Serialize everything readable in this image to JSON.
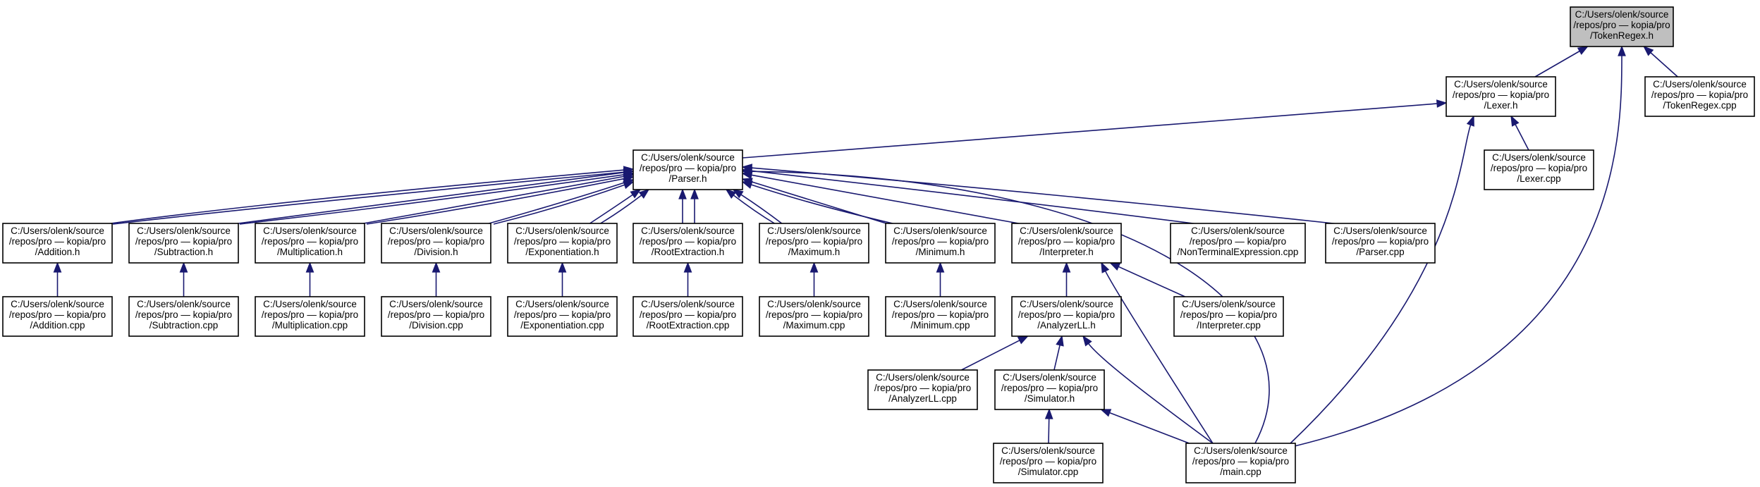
{
  "title": "TokenRegex.h include dependency graph",
  "colors": {
    "edge": "#191970",
    "node_border": "#000000",
    "node_fill": "#ffffff",
    "root_fill": "#bfbfbf"
  },
  "nodes": {
    "tokenregex_h": {
      "lines": [
        "C:/Users/olenk/source",
        "/repos/pro — kopia/pro",
        "/TokenRegex.h"
      ]
    },
    "lexer_h": {
      "lines": [
        "C:/Users/olenk/source",
        "/repos/pro — kopia/pro",
        "/Lexer.h"
      ]
    },
    "tokenregex_cpp": {
      "lines": [
        "C:/Users/olenk/source",
        "/repos/pro — kopia/pro",
        "/TokenRegex.cpp"
      ]
    },
    "lexer_cpp": {
      "lines": [
        "C:/Users/olenk/source",
        "/repos/pro — kopia/pro",
        "/Lexer.cpp"
      ]
    },
    "parser_h": {
      "lines": [
        "C:/Users/olenk/source",
        "/repos/pro — kopia/pro",
        "/Parser.h"
      ]
    },
    "addition_h": {
      "lines": [
        "C:/Users/olenk/source",
        "/repos/pro — kopia/pro",
        "/Addition.h"
      ]
    },
    "subtraction_h": {
      "lines": [
        "C:/Users/olenk/source",
        "/repos/pro — kopia/pro",
        "/Subtraction.h"
      ]
    },
    "multiplication_h": {
      "lines": [
        "C:/Users/olenk/source",
        "/repos/pro — kopia/pro",
        "/Multiplication.h"
      ]
    },
    "division_h": {
      "lines": [
        "C:/Users/olenk/source",
        "/repos/pro — kopia/pro",
        "/Division.h"
      ]
    },
    "exponentiation_h": {
      "lines": [
        "C:/Users/olenk/source",
        "/repos/pro — kopia/pro",
        "/Exponentiation.h"
      ]
    },
    "rootextraction_h": {
      "lines": [
        "C:/Users/olenk/source",
        "/repos/pro — kopia/pro",
        "/RootExtraction.h"
      ]
    },
    "maximum_h": {
      "lines": [
        "C:/Users/olenk/source",
        "/repos/pro — kopia/pro",
        "/Maximum.h"
      ]
    },
    "minimum_h": {
      "lines": [
        "C:/Users/olenk/source",
        "/repos/pro — kopia/pro",
        "/Minimum.h"
      ]
    },
    "interpreter_h": {
      "lines": [
        "C:/Users/olenk/source",
        "/repos/pro — kopia/pro",
        "/Interpreter.h"
      ]
    },
    "nonterminal_cpp": {
      "lines": [
        "C:/Users/olenk/source",
        "/repos/pro — kopia/pro",
        "/NonTerminalExpression.cpp"
      ]
    },
    "parser_cpp": {
      "lines": [
        "C:/Users/olenk/source",
        "/repos/pro — kopia/pro",
        "/Parser.cpp"
      ]
    },
    "addition_cpp": {
      "lines": [
        "C:/Users/olenk/source",
        "/repos/pro — kopia/pro",
        "/Addition.cpp"
      ]
    },
    "subtraction_cpp": {
      "lines": [
        "C:/Users/olenk/source",
        "/repos/pro — kopia/pro",
        "/Subtraction.cpp"
      ]
    },
    "multiplication_cpp": {
      "lines": [
        "C:/Users/olenk/source",
        "/repos/pro — kopia/pro",
        "/Multiplication.cpp"
      ]
    },
    "division_cpp": {
      "lines": [
        "C:/Users/olenk/source",
        "/repos/pro — kopia/pro",
        "/Division.cpp"
      ]
    },
    "exponentiation_cpp": {
      "lines": [
        "C:/Users/olenk/source",
        "/repos/pro — kopia/pro",
        "/Exponentiation.cpp"
      ]
    },
    "rootextraction_cpp": {
      "lines": [
        "C:/Users/olenk/source",
        "/repos/pro — kopia/pro",
        "/RootExtraction.cpp"
      ]
    },
    "maximum_cpp": {
      "lines": [
        "C:/Users/olenk/source",
        "/repos/pro — kopia/pro",
        "/Maximum.cpp"
      ]
    },
    "minimum_cpp": {
      "lines": [
        "C:/Users/olenk/source",
        "/repos/pro — kopia/pro",
        "/Minimum.cpp"
      ]
    },
    "analyzerll_h": {
      "lines": [
        "C:/Users/olenk/source",
        "/repos/pro — kopia/pro",
        "/AnalyzerLL.h"
      ]
    },
    "interpreter_cpp": {
      "lines": [
        "C:/Users/olenk/source",
        "/repos/pro — kopia/pro",
        "/Interpreter.cpp"
      ]
    },
    "analyzerll_cpp": {
      "lines": [
        "C:/Users/olenk/source",
        "/repos/pro — kopia/pro",
        "/AnalyzerLL.cpp"
      ]
    },
    "simulator_h": {
      "lines": [
        "C:/Users/olenk/source",
        "/repos/pro — kopia/pro",
        "/Simulator.h"
      ]
    },
    "simulator_cpp": {
      "lines": [
        "C:/Users/olenk/source",
        "/repos/pro — kopia/pro",
        "/Simulator.cpp"
      ]
    },
    "main_cpp": {
      "lines": [
        "C:/Users/olenk/source",
        "/repos/pro — kopia/pro",
        "/main.cpp"
      ]
    }
  }
}
